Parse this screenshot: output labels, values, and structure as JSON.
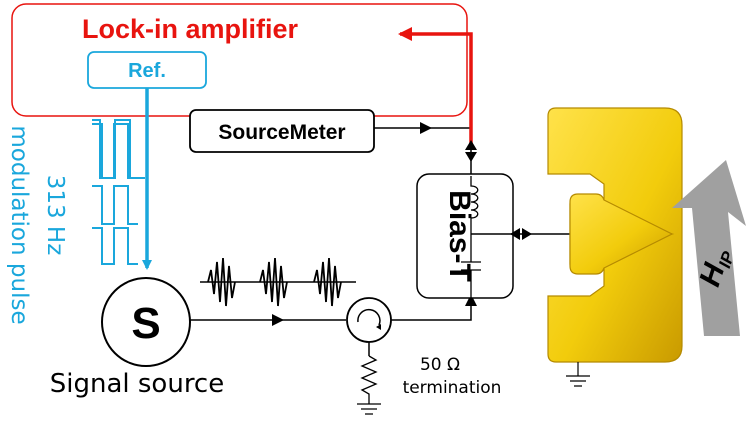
{
  "lockin": {
    "title": "Lock-in amplifier",
    "ref_label": "Ref."
  },
  "modulation": {
    "line1": "313 Hz",
    "line2": "modulation pulse"
  },
  "sourcemeter": {
    "label": "SourceMeter"
  },
  "bias_tee": {
    "label": "Bias-T"
  },
  "signal_source": {
    "symbol": "S",
    "label": "Signal source"
  },
  "termination": {
    "value": "50 Ω",
    "label": "termination"
  },
  "field": {
    "symbol": "H",
    "subscript": "IP"
  },
  "colors": {
    "lockin_red": "#e8140f",
    "reference_blue": "#1aa7dc",
    "waveguide_gold": "#f2cc0c",
    "field_arrow_gray": "#a0a0a0"
  },
  "icons": [
    "circulator-icon",
    "inductor-icon",
    "capacitor-icon",
    "resistor-icon",
    "ground-icon",
    "square-wave-icon",
    "rf-burst-icon"
  ]
}
